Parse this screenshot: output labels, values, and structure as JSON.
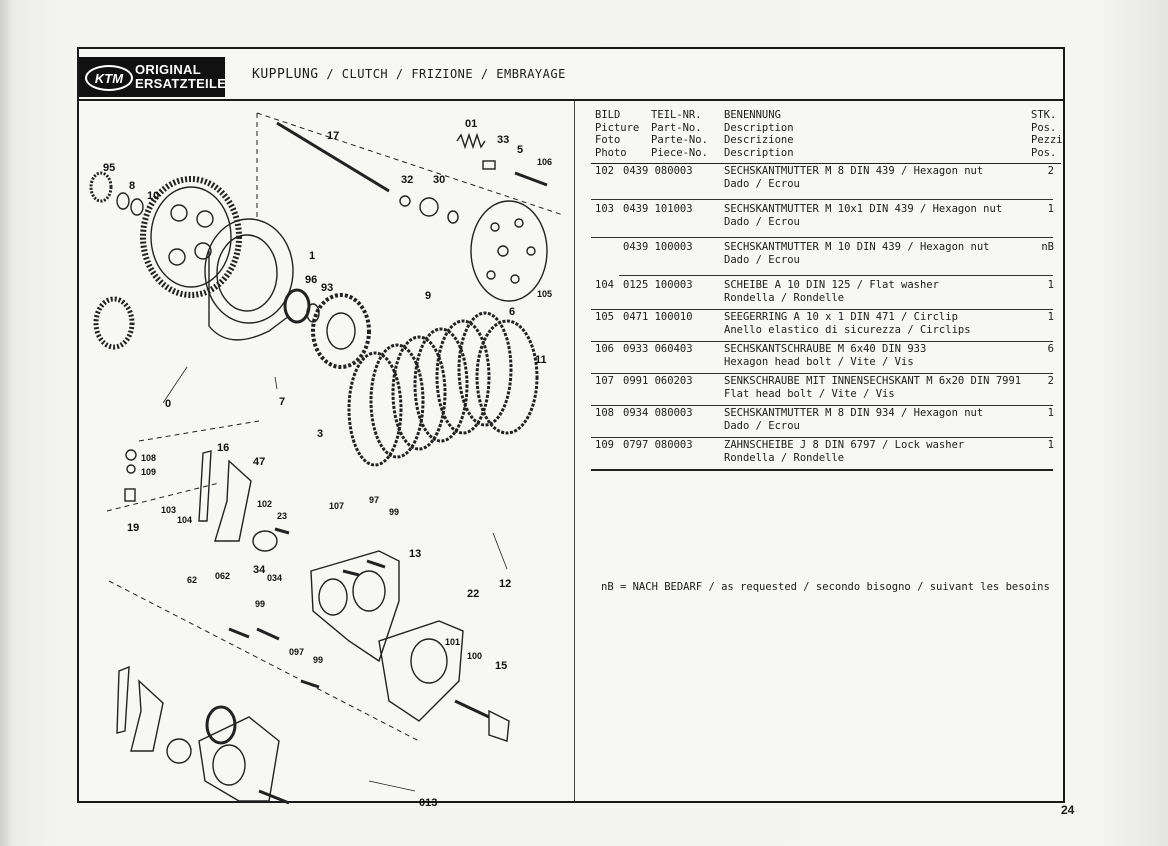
{
  "header": {
    "logo_brand": "KTM",
    "logo_line1": "ORIGINAL",
    "logo_line2": "ERSATZTEILE",
    "title_main": "KUPPLUNG",
    "title_rest": " / CLUTCH / FRIZIONE / EMBRAYAGE"
  },
  "table": {
    "headers": {
      "bild": "BILD\nPicture\nFoto\nPhoto",
      "part": "TEIL-NR.\nPart-No.\nParte-No.\nPiece-No.",
      "desc": "BENENNUNG\nDescription\nDescrizione\nDescription",
      "qty": "STK.\nPos.\nPezzi\nPos."
    },
    "rows": [
      {
        "bild": "102",
        "part": "0439 080003",
        "desc1": "SECHSKANTMUTTER M 8 DIN 439 / Hexagon nut",
        "desc2": "Dado / Ecrou",
        "qty": "2"
      },
      {
        "bild": "103",
        "part": "0439 101003",
        "desc1": "SECHSKANTMUTTER M 10x1 DIN 439 / Hexagon nut",
        "desc2": "Dado / Ecrou",
        "qty": "1"
      },
      {
        "bild": "",
        "part": "0439 100003",
        "desc1": "SECHSKANTMUTTER M 10 DIN 439 / Hexagon nut",
        "desc2": "Dado / Ecrou",
        "qty": "nB"
      },
      {
        "bild": "104",
        "part": "0125 100003",
        "desc1": "SCHEIBE A 10 DIN 125 / Flat washer",
        "desc2": "Rondella / Rondelle",
        "qty": "1"
      },
      {
        "bild": "105",
        "part": "0471 100010",
        "desc1": "SEEGERRING A 10 x 1 DIN 471 / Circlip",
        "desc2": "Anello elastico di sicurezza / Circlips",
        "qty": "1"
      },
      {
        "bild": "106",
        "part": "0933 060403",
        "desc1": "SECHSKANTSCHRAUBE M 6x40 DIN 933",
        "desc2": "Hexagon head bolt / Vite / Vis",
        "qty": "6"
      },
      {
        "bild": "107",
        "part": "0991 060203",
        "desc1": "SENKSCHRAUBE MIT INNENSECHSKANT M 6x20 DIN 7991",
        "desc2": "Flat head bolt / Vite / Vis",
        "qty": "2"
      },
      {
        "bild": "108",
        "part": "0934 080003",
        "desc1": "SECHSKANTMUTTER M 8 DIN 934 / Hexagon nut",
        "desc2": "Dado / Ecrou",
        "qty": "1"
      },
      {
        "bild": "109",
        "part": "0797 080003",
        "desc1": "ZAHNSCHEIBE J 8 DIN 6797 / Lock washer",
        "desc2": "Rondella / Rondelle",
        "qty": "1"
      }
    ]
  },
  "note": "nB = NACH BEDARF / as requested / secondo bisogno / suivant les besoins",
  "diagram_labels": [
    "17",
    "01",
    "33",
    "5",
    "106",
    "95",
    "8",
    "10",
    "32",
    "30",
    "1",
    "96",
    "93",
    "9",
    "6",
    "105",
    "0",
    "7",
    "3",
    "11",
    "16",
    "108",
    "109",
    "47",
    "19",
    "103",
    "104",
    "102",
    "23",
    "107",
    "97",
    "99",
    "13",
    "34",
    "062",
    "034",
    "62",
    "99",
    "12",
    "22",
    "097",
    "99",
    "101",
    "100",
    "15",
    "013"
  ],
  "page_number": "24",
  "colors": {
    "ink": "#1c1c1c",
    "paper": "#f7f7f4",
    "logo_bg": "#111111"
  }
}
